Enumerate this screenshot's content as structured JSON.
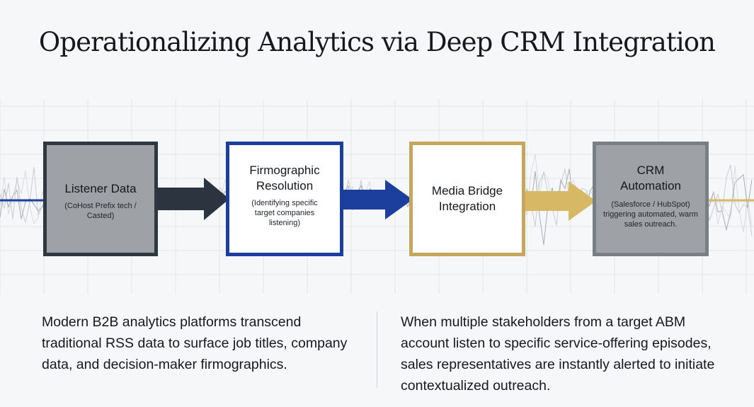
{
  "title": "Operationalizing Analytics via Deep CRM Integration",
  "nodes": [
    {
      "title": "Listener Data",
      "subtitle": "(CoHost Prefix tech / Casted)"
    },
    {
      "title": "Firmographic Resolution",
      "subtitle": "(Identifying specific target companies listening)"
    },
    {
      "title": "Media Bridge Integration",
      "subtitle": ""
    },
    {
      "title": "CRM Automation",
      "subtitle": "(Salesforce / HubSpot) triggering automated, warm sales outreach."
    }
  ],
  "colors": {
    "background": "#f6f7f9",
    "node1_border": "#2f3740",
    "node2_border": "#1c3f9e",
    "node3_border": "#c6a55c",
    "node4_border": "#7a7e85",
    "arrow1": "#2c3440",
    "arrow2": "#1c3f9e",
    "arrow3": "#d6b865"
  },
  "paragraphs": {
    "left": "Modern B2B analytics platforms transcend traditional RSS data to surface job titles, company data, and decision-maker firmographics.",
    "right": "When multiple stakeholders from a target ABM account listen to specific service-offering episodes, sales representatives are instantly alerted to initiate contextualized outreach."
  }
}
